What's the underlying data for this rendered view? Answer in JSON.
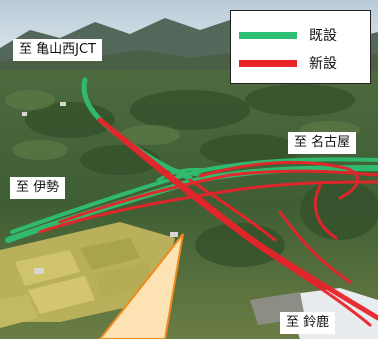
{
  "map": {
    "legend": [
      {
        "label": "既設",
        "color": "#2fbf72"
      },
      {
        "label": "新設",
        "color": "#e8232a"
      }
    ],
    "place_labels": [
      {
        "text": "至 亀山西JCT"
      },
      {
        "text": "至 名古屋"
      },
      {
        "text": "至 伊勢"
      },
      {
        "text": "至 鈴鹿"
      }
    ],
    "colors": {
      "existing_route": "#2fbf72",
      "new_route": "#e8232a",
      "callout": "#fde3b4",
      "callout_border": "#f08a1c"
    }
  }
}
